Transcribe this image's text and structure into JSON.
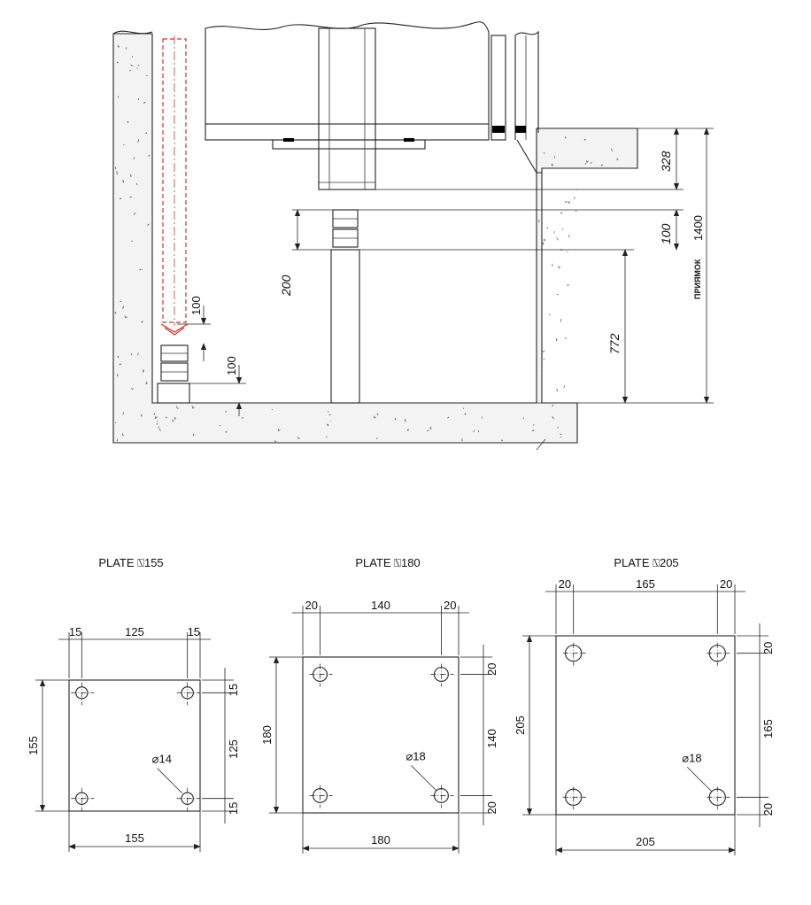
{
  "section": {
    "dim_328": "328",
    "dim_100_right": "100",
    "dim_1400": "1400",
    "pit_label": "ПРИЯМОК",
    "dim_200": "200",
    "dim_772": "772",
    "dim_100_upper": "100",
    "dim_100_lower": "100"
  },
  "plates": [
    {
      "title": "PLATE",
      "size": "155",
      "edge": "15",
      "span": "125",
      "overall": "155",
      "hole": "14"
    },
    {
      "title": "PLATE",
      "size": "180",
      "edge": "20",
      "span": "140",
      "overall": "180",
      "hole": "18"
    },
    {
      "title": "PLATE",
      "size": "205",
      "edge": "20",
      "span": "165",
      "overall": "205",
      "hole": "18"
    }
  ],
  "colors": {
    "line": "#222222",
    "hidden_pipe": "#d0342c",
    "black_fill": "#000000"
  }
}
